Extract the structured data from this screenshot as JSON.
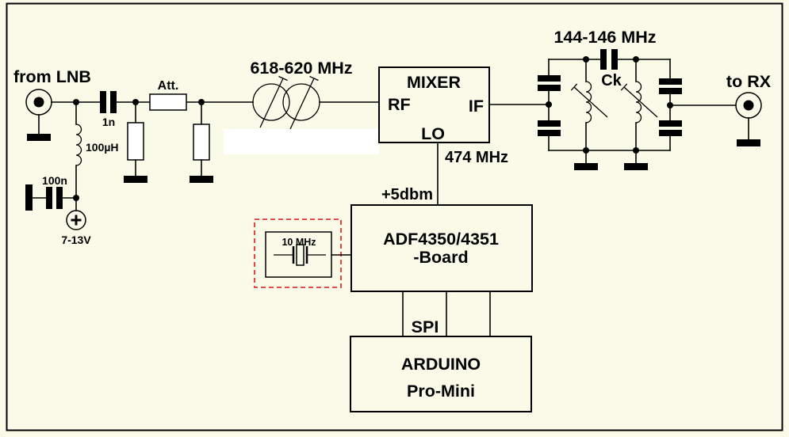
{
  "colors": {
    "background": "#FAFAE8",
    "ink": "#000000",
    "highlight_box": "#E63232",
    "erase_patch": "#FFFFFF"
  },
  "input": {
    "label": "from LNB",
    "coupling_cap": "1n",
    "choke": "100µH",
    "bypass_cap": "100n",
    "supply": "7-13V",
    "attenuator": "Att."
  },
  "rf_filter": {
    "label": "618-620 MHz"
  },
  "mixer": {
    "title": "MIXER",
    "rf_port": "RF",
    "if_port": "IF",
    "lo_port": "LO",
    "lo_freq": "474 MHz",
    "lo_level": "+5dbm"
  },
  "lo_source": {
    "board_line1": "ADF4350/4351",
    "board_line2": "-Board",
    "reference": "10 MHz",
    "bus": "SPI",
    "controller_line1": "ARDUINO",
    "controller_line2": "Pro-Mini"
  },
  "if_filter": {
    "label": "144-146 MHz",
    "coupling_cap": "Ck"
  },
  "output": {
    "label": "to RX"
  }
}
